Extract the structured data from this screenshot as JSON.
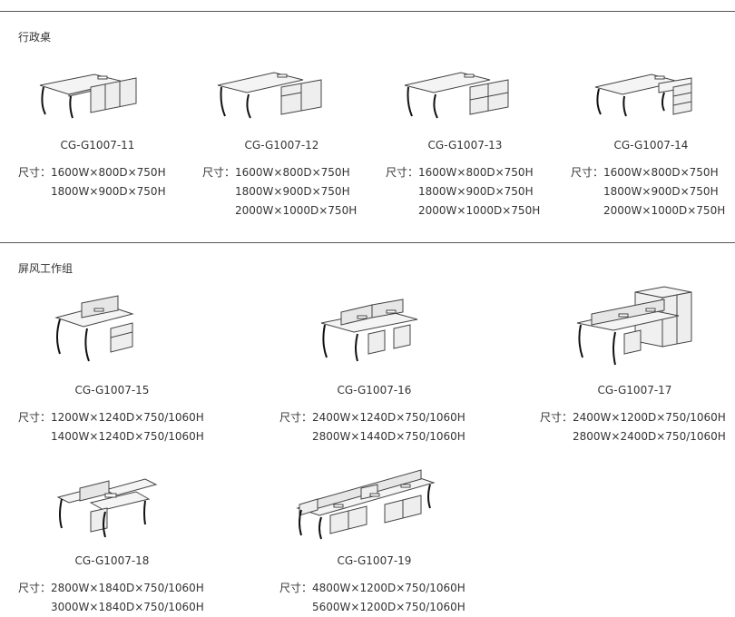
{
  "sections": [
    {
      "title": "行政桌",
      "products": [
        {
          "model": "CG-G1007-11",
          "label": "尺寸：",
          "sizes": [
            "1600W×800D×750H",
            "1800W×900D×750H"
          ]
        },
        {
          "model": "CG-G1007-12",
          "label": "尺寸：",
          "sizes": [
            "1600W×800D×750H",
            "1800W×900D×750H",
            "2000W×1000D×750H"
          ]
        },
        {
          "model": "CG-G1007-13",
          "label": "尺寸：",
          "sizes": [
            "1600W×800D×750H",
            "1800W×900D×750H",
            "2000W×1000D×750H"
          ]
        },
        {
          "model": "CG-G1007-14",
          "label": "尺寸：",
          "sizes": [
            "1600W×800D×750H",
            "1800W×900D×750H",
            "2000W×1000D×750H"
          ]
        }
      ]
    },
    {
      "title": "屏风工作组",
      "products": [
        {
          "model": "CG-G1007-15",
          "label": "尺寸：",
          "sizes": [
            "1200W×1240D×750/1060H",
            "1400W×1240D×750/1060H"
          ]
        },
        {
          "model": "CG-G1007-16",
          "label": "尺寸：",
          "sizes": [
            "2400W×1240D×750/1060H",
            "2800W×1440D×750/1060H"
          ]
        },
        {
          "model": "CG-G1007-17",
          "label": "尺寸：",
          "sizes": [
            "2400W×1200D×750/1060H",
            "2800W×2400D×750/1060H"
          ]
        },
        {
          "model": "CG-G1007-18",
          "label": "尺寸：",
          "sizes": [
            "2800W×1840D×750/1060H",
            "3000W×1840D×750/1060H"
          ]
        },
        {
          "model": "CG-G1007-19",
          "label": "尺寸：",
          "sizes": [
            "4800W×1200D×750/1060H",
            "5600W×1200D×750/1060H"
          ]
        }
      ]
    }
  ]
}
